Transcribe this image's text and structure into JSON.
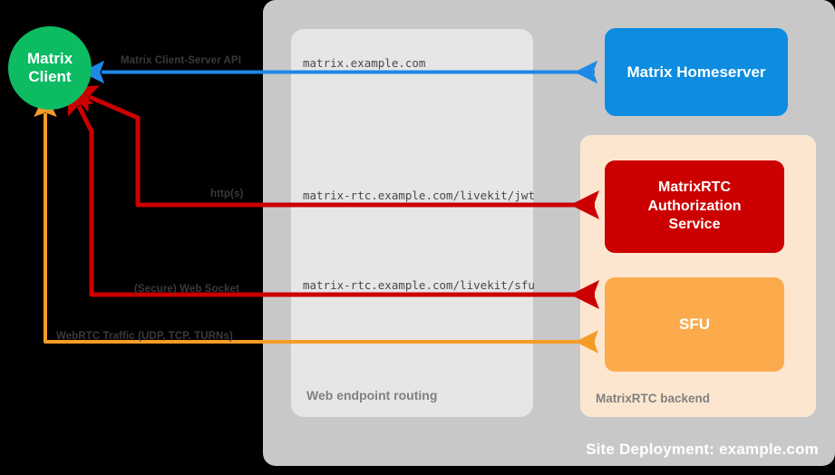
{
  "diagram": {
    "title": "MatrixRTC deployment topology",
    "site": {
      "label": "Site Deployment: example.com",
      "color": "#c8c8c8"
    },
    "zones": [
      {
        "id": "web-endpoint-routing",
        "label": "Web endpoint routing",
        "color": "#e6e6e6"
      },
      {
        "id": "matrixrtc-backend",
        "label": "MatrixRTC backend",
        "color": "#fce6cf"
      }
    ],
    "nodes": [
      {
        "id": "matrix-client",
        "label_line1": "Matrix",
        "label_line2": "Client",
        "color": "#0dbb62",
        "shape": "circle"
      },
      {
        "id": "matrix-homeserver",
        "label": "Matrix Homeserver",
        "color": "#0d8ce0",
        "shape": "rounded-rect"
      },
      {
        "id": "matrixrtc-authorization-service",
        "label_line1": "MatrixRTC",
        "label_line2": "Authorization",
        "label_line3": "Service",
        "color": "#cc0000",
        "shape": "rounded-rect"
      },
      {
        "id": "sfu",
        "label": "SFU",
        "color": "#fbab4c",
        "shape": "rounded-rect"
      }
    ],
    "edges": [
      {
        "id": "matrix-client-server-api",
        "label": "Matrix Client-Server API",
        "url": "matrix.example.com",
        "color": "#1e88e5",
        "from": "matrix-homeserver",
        "to": "matrix-client",
        "bidirectional": true
      },
      {
        "id": "livekit-jwt",
        "label": "http(s)",
        "url": "matrix-rtc.example.com/livekit/jwt",
        "color": "#cc0000",
        "from": "matrix-client",
        "to": "matrixrtc-authorization-service",
        "bidirectional": true
      },
      {
        "id": "livekit-sfu-websocket",
        "label": "(Secure) Web Socket",
        "url": "matrix-rtc.example.com/livekit/sfu",
        "color": "#cc0000",
        "from": "matrix-client",
        "to": "sfu",
        "bidirectional": true
      },
      {
        "id": "webrtc-traffic",
        "label": "WebRTC Traffic (UDP, TCP, TURNs)",
        "url": "",
        "color": "#f59c28",
        "from": "matrix-client",
        "to": "sfu",
        "bidirectional": true
      }
    ]
  }
}
